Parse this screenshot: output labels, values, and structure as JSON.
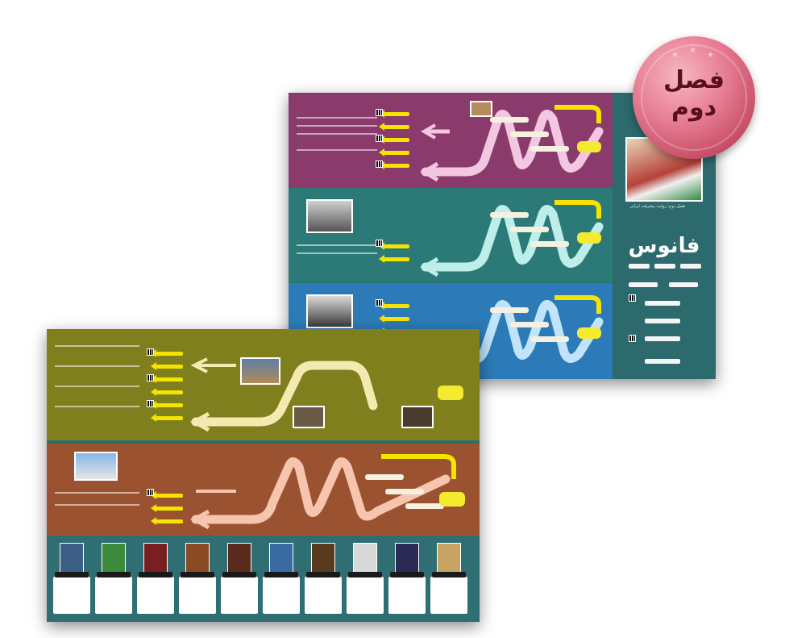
{
  "seal": {
    "line1": "فصل",
    "line2": "دوم"
  },
  "back_poster": {
    "brand_title": "فانوس",
    "brand_subtitle": "فصل دوم: روایت پیشرفت ایرانی",
    "bands": [
      {
        "color": "#8a3a6b",
        "curve_color": "#f3c6e2"
      },
      {
        "color": "#2b7a78",
        "curve_color": "#bdeee9"
      },
      {
        "color": "#2c7bb8",
        "curve_color": "#bfe4fb"
      }
    ]
  },
  "front_poster": {
    "bands": [
      {
        "color": "#7f7f1e",
        "curve_color": "#f4eab0"
      },
      {
        "color": "#9b5230",
        "curve_color": "#f7c4ae"
      }
    ],
    "book_covers": [
      "#3d5f86",
      "#3c8a3c",
      "#7a1f1f",
      "#8a4a24",
      "#5a2b1a",
      "#3a6aa2",
      "#5a3a1e",
      "#d9d9d9",
      "#2a2a55",
      "#c7a463"
    ]
  },
  "colors": {
    "accent_yellow": "#f5e300",
    "seal_red": "#c44a63"
  }
}
